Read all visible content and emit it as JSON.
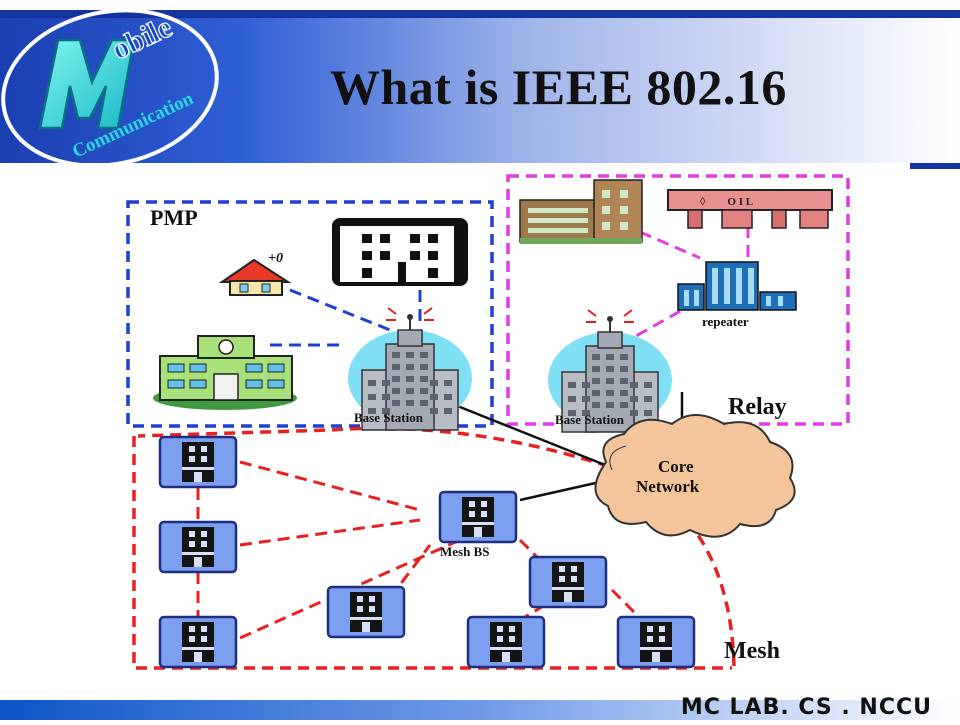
{
  "slide": {
    "title": "What is IEEE 802.16",
    "footer": "MC LAB. CS . NCCU",
    "logo": {
      "big_letter": "M",
      "word_top": "obile",
      "word_bottom": "Communication"
    }
  },
  "diagram": {
    "regions": {
      "pmp": "PMP",
      "relay": "Relay",
      "mesh": "Mesh"
    },
    "labels": {
      "base_station_pmp": "Base Station",
      "base_station_relay": "Base Station",
      "repeater": "repeater",
      "core_network_line1": "Core",
      "core_network_line2": "Network",
      "mesh_bs": "Mesh BS",
      "house_sign": "+0"
    }
  },
  "colors": {
    "header_blue": "#1a3fb0",
    "pmp_border": "#1e3fd0",
    "relay_border": "#e43ce4",
    "mesh_border": "#e82020",
    "cloud": "#f4c49a",
    "mesh_node": "#7d9ff0",
    "station_glow": "#7fe0f5"
  }
}
